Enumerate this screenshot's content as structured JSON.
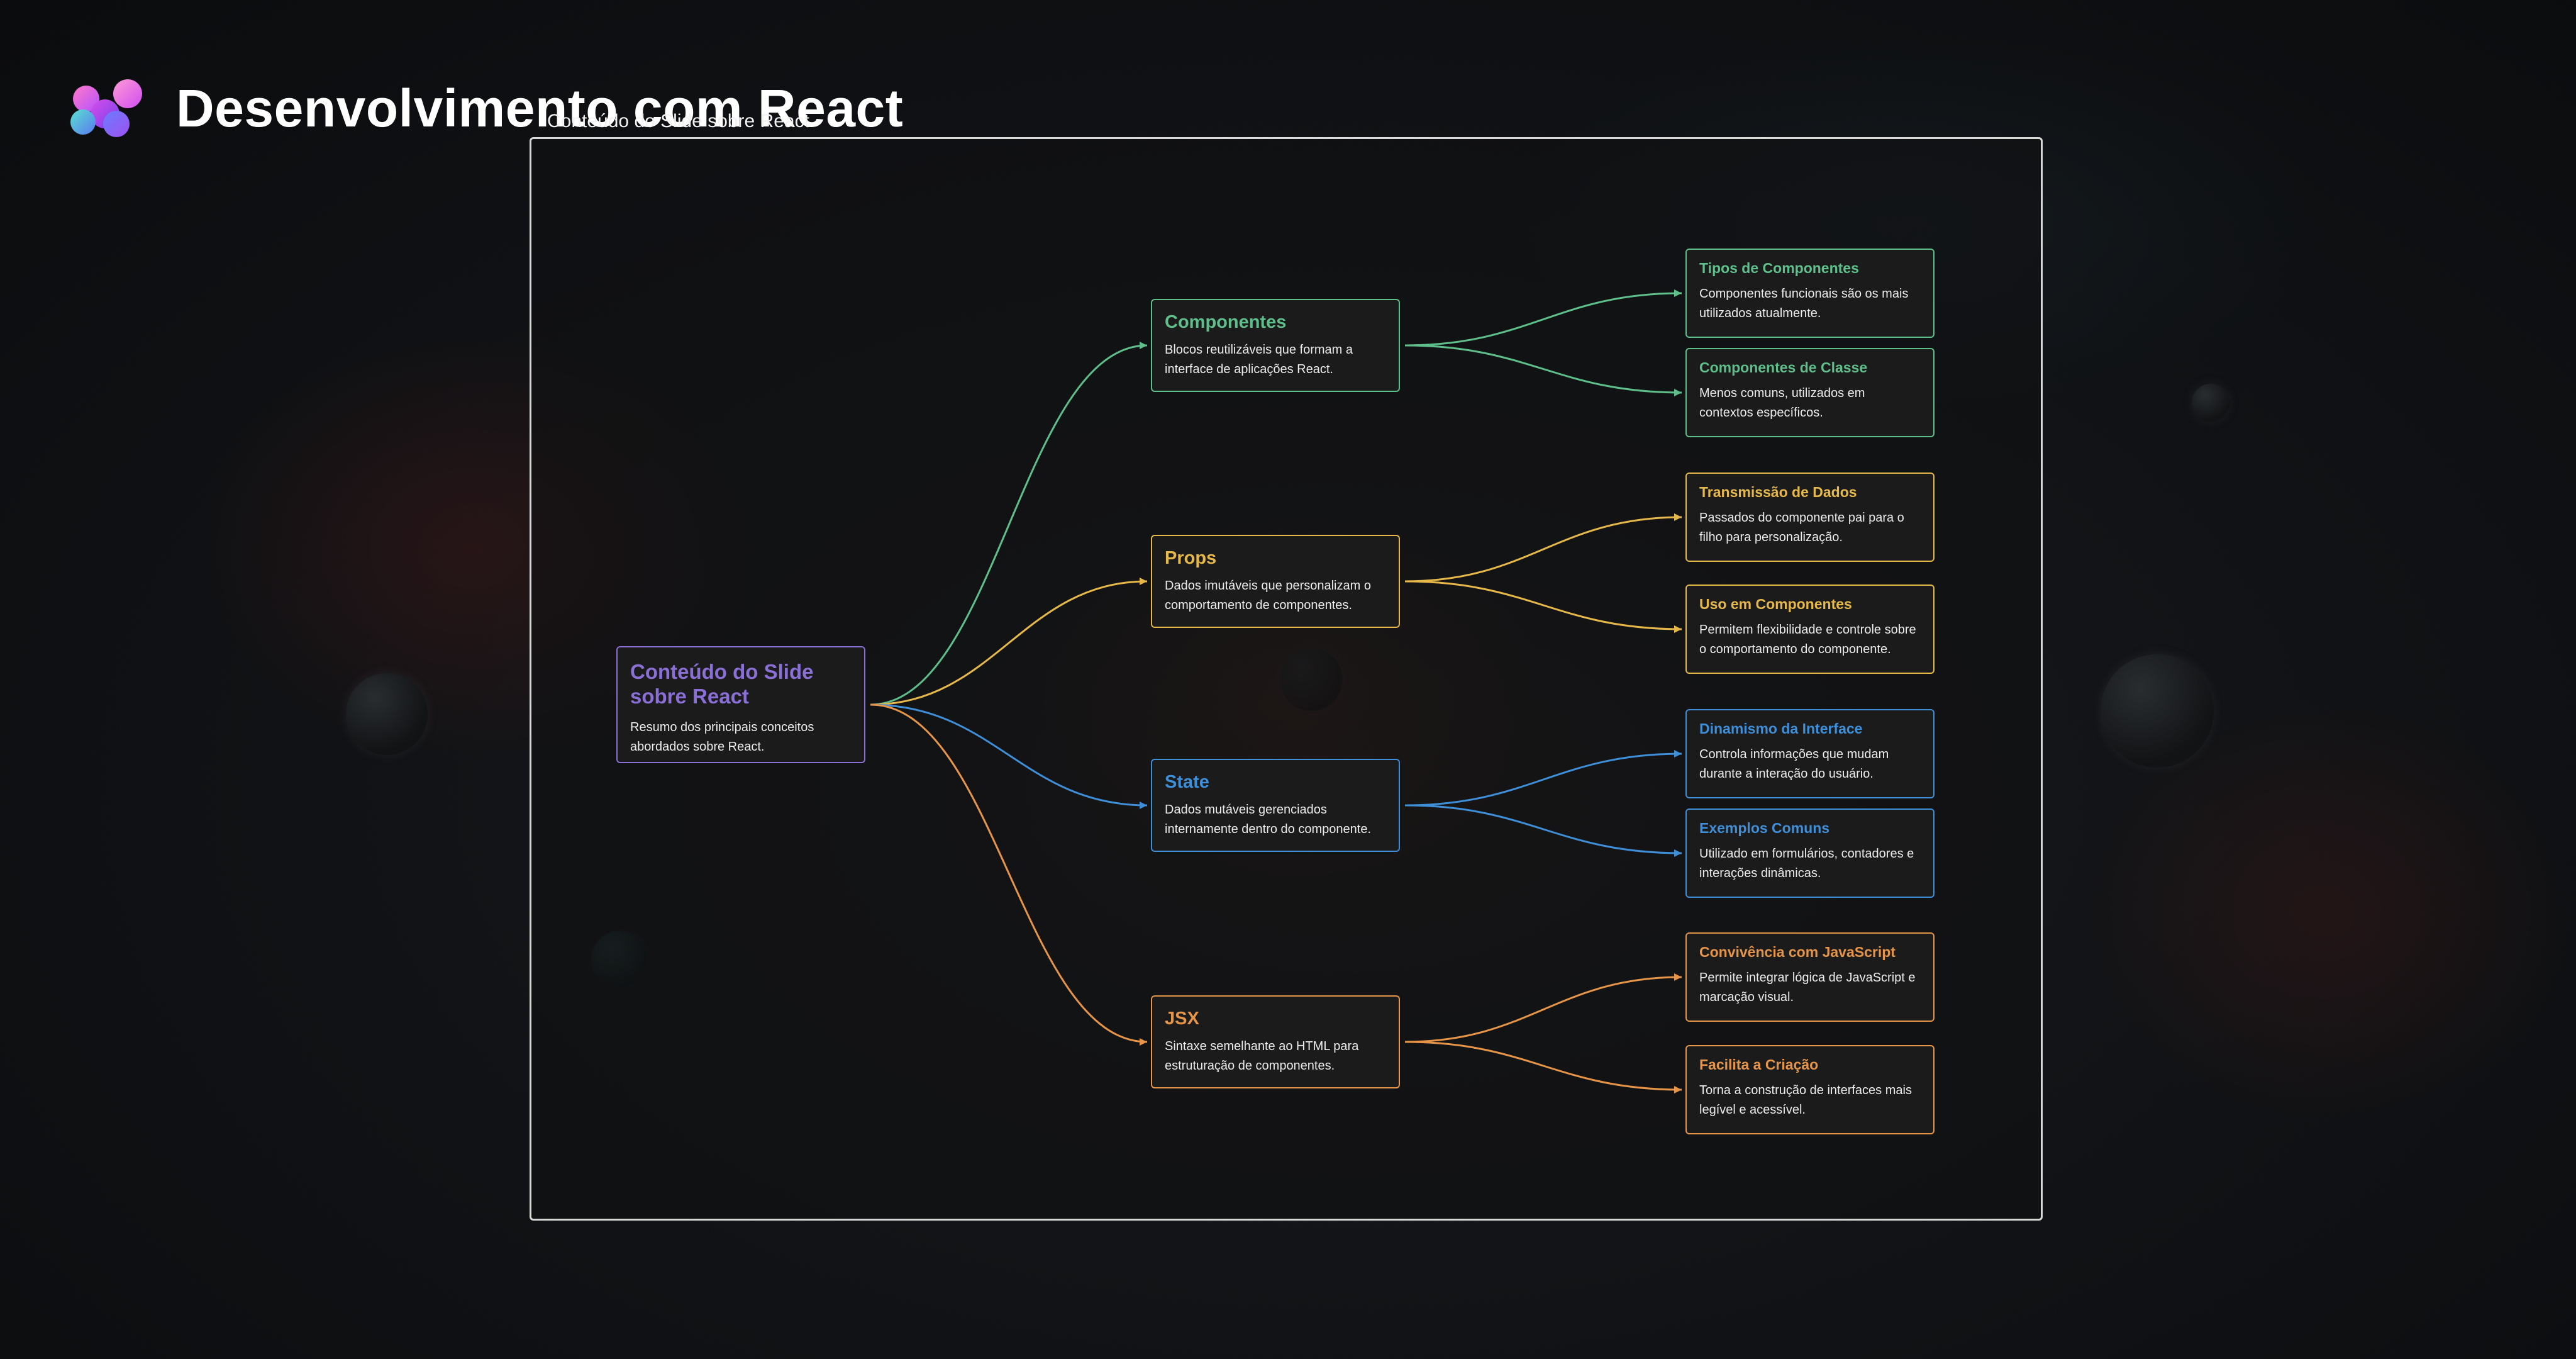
{
  "header": {
    "title": "Desenvolvimento com React",
    "logo_icon": "molecule-logo-icon"
  },
  "diagram": {
    "frame_label": "Conteúdo do Slide sobre React",
    "root": {
      "title": "Conteúdo do Slide sobre React",
      "desc": "Resumo dos principais conceitos abordados sobre React.",
      "color": "#8a6fd6"
    },
    "branches": [
      {
        "title": "Componentes",
        "desc": "Blocos reutilizáveis que formam a interface de aplicações React.",
        "color": "#5fbf8a",
        "children": [
          {
            "title": "Tipos de Componentes",
            "desc": "Componentes funcionais são os mais utilizados atualmente."
          },
          {
            "title": "Componentes de Classe",
            "desc": "Menos comuns, utilizados em contextos específicos."
          }
        ]
      },
      {
        "title": "Props",
        "desc": "Dados imutáveis que personalizam o comportamento de componentes.",
        "color": "#e6b84a",
        "children": [
          {
            "title": "Transmissão de Dados",
            "desc": "Passados do componente pai para o filho para personalização."
          },
          {
            "title": "Uso em Componentes",
            "desc": "Permitem flexibilidade e controle sobre o comportamento do componente."
          }
        ]
      },
      {
        "title": "State",
        "desc": "Dados mutáveis gerenciados internamente dentro do componente.",
        "color": "#3f8ed8",
        "children": [
          {
            "title": "Dinamismo da Interface",
            "desc": "Controla informações que mudam durante a interação do usuário."
          },
          {
            "title": "Exemplos Comuns",
            "desc": "Utilizado em formulários, contadores e interações dinâmicas."
          }
        ]
      },
      {
        "title": "JSX",
        "desc": "Sintaxe semelhante ao HTML para estruturação de componentes.",
        "color": "#e69548",
        "children": [
          {
            "title": "Convivência com JavaScript",
            "desc": "Permite integrar lógica de JavaScript e marcação visual."
          },
          {
            "title": "Facilita a Criação",
            "desc": "Torna a construção de interfaces mais legível e acessível."
          }
        ]
      }
    ]
  }
}
